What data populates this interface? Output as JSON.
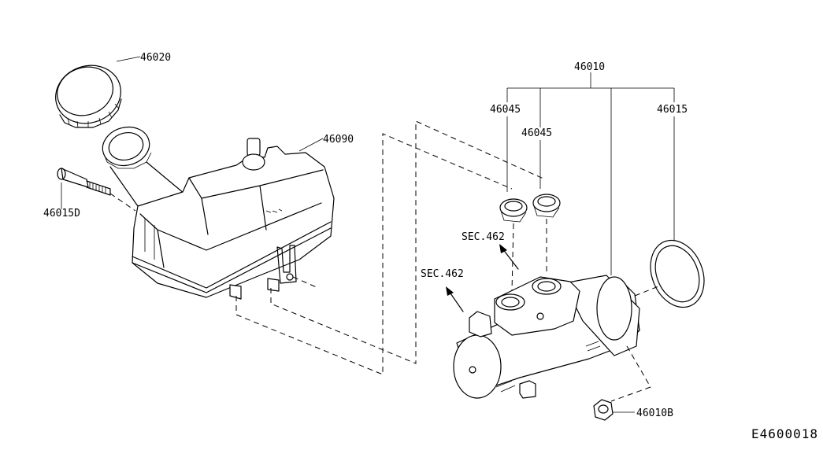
{
  "labels": {
    "cap": "46020",
    "reservoir": "46090",
    "pin": "46015D",
    "master_cylinder": "46010",
    "seal_left": "46045",
    "seal_right": "46045",
    "o_ring": "46015",
    "sec_upper": "SEC.462",
    "sec_lower": "SEC.462",
    "nut": "46010B"
  },
  "diagram_code": "E4600018"
}
